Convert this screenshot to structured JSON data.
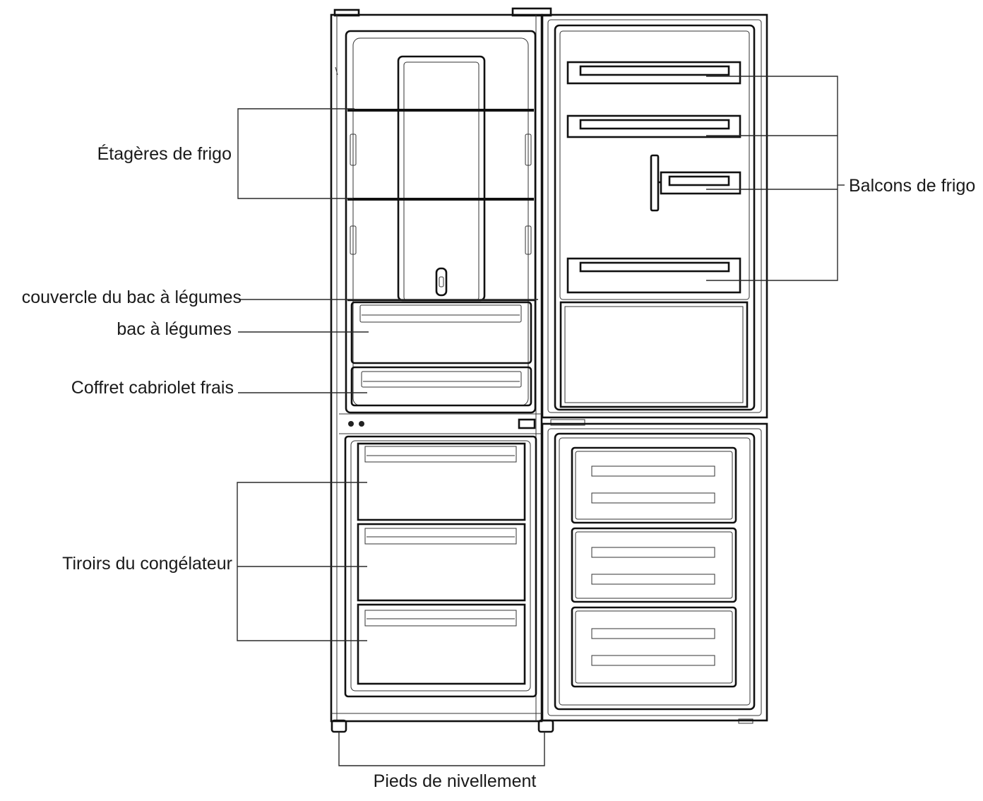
{
  "labels": {
    "fridge_shelves": "Étagères de frigo",
    "crisper_cover": "couvercle du bac à légumes",
    "crisper": "bac à légumes",
    "fresh_box": "Coffret cabriolet frais",
    "freezer_drawers": "Tiroirs du congélateur",
    "door_balconies": "Balcons de frigo",
    "leveling_feet": "Pieds de nivellement"
  },
  "colors": {
    "line": "#2a2a2a",
    "text": "#1a1a1a",
    "background": "#ffffff"
  }
}
